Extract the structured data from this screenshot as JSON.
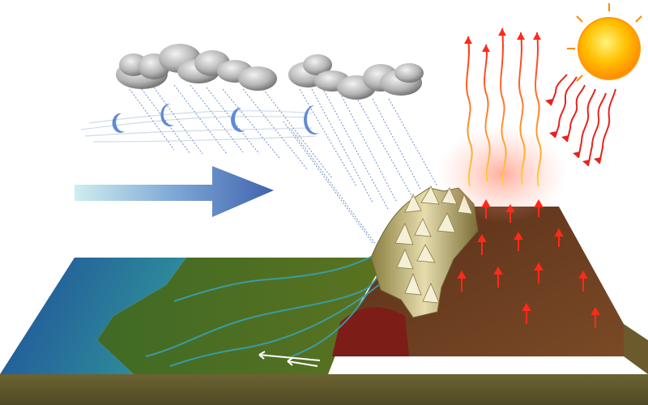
{
  "diagram": {
    "type": "illustration",
    "colors": {
      "ocean": "#1e5f9e",
      "coastal_plain": "#4f6e1d",
      "mountain_rock": "#d9cc98",
      "leeward_desert": "#6e3a1f",
      "ground_side": "#77693a",
      "sun": "#ffb000",
      "rain": "#6f8fc8",
      "heat_arrows": "#e8231f",
      "wind_arrow": "#4a6fb0"
    },
    "icons": [
      "rain-cloud-icon",
      "sun-icon",
      "wind-arrow-icon",
      "water-vapor-icon",
      "heat-arrow-icon",
      "river-icon"
    ],
    "clouds": 8,
    "wind_gusts": 4,
    "heat_rising_waves": 6,
    "sun_rays": 6,
    "ground_heat_arrows": 12
  }
}
